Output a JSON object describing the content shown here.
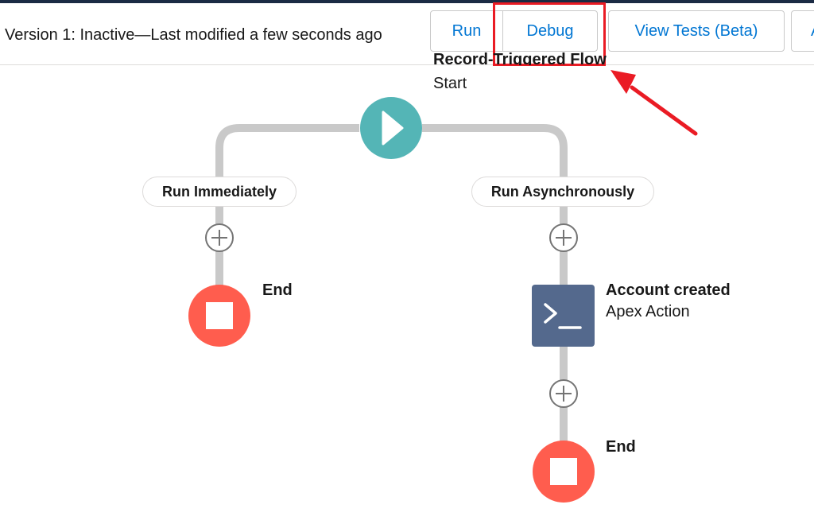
{
  "toolbar": {
    "version_status": "Version 1: Inactive—Last modified a few seconds ago",
    "run_label": "Run",
    "debug_label": "Debug",
    "view_tests_label": "View Tests (Beta)",
    "overflow_label": "A"
  },
  "flow": {
    "start_title": "Record-Triggered Flow",
    "start_subtitle": "Start",
    "paths": [
      {
        "label": "Run Immediately"
      },
      {
        "label": "Run Asynchronously"
      }
    ],
    "left_end_label": "End",
    "action": {
      "label": "Account created",
      "type": "Apex Action"
    },
    "right_end_label": "End"
  },
  "colors": {
    "start": "#54b5b6",
    "end": "#ff5d4e",
    "apex": "#54698d",
    "connector": "#c9c9c9",
    "link": "#0176d3",
    "annotation": "#ea1b24"
  }
}
